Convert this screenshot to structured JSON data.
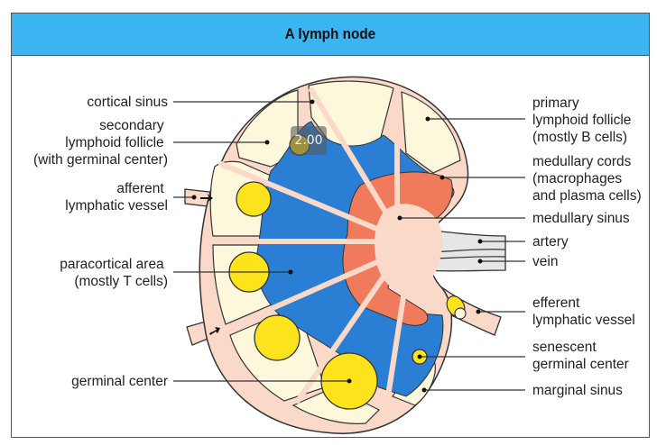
{
  "title": "A lymph node",
  "overlay": {
    "playback_speed": "2.00"
  },
  "labels_left": [
    {
      "id": "cortical-sinus",
      "lines": [
        "cortical sinus"
      ]
    },
    {
      "id": "secondary-lymphoid-follicle",
      "lines": [
        "secondary",
        "lymphoid follicle",
        "(with germinal center)"
      ]
    },
    {
      "id": "afferent-lymphatic-vessel",
      "lines": [
        "afferent",
        "lymphatic vessel"
      ]
    },
    {
      "id": "paracortical-area",
      "lines": [
        "paracortical area",
        "(mostly T cells)"
      ]
    },
    {
      "id": "germinal-center",
      "lines": [
        "germinal center"
      ]
    }
  ],
  "labels_right": [
    {
      "id": "primary-lymphoid-follicle",
      "lines": [
        "primary",
        "lymphoid follicle",
        "(mostly B cells)"
      ]
    },
    {
      "id": "medullary-cords",
      "lines": [
        "medullary cords",
        "(macrophages",
        "and plasma cells)"
      ]
    },
    {
      "id": "medullary-sinus",
      "lines": [
        "medullary sinus"
      ]
    },
    {
      "id": "artery",
      "lines": [
        "artery"
      ]
    },
    {
      "id": "vein",
      "lines": [
        "vein"
      ]
    },
    {
      "id": "efferent-lymphatic-vessel",
      "lines": [
        "efferent",
        "lymphatic vessel"
      ]
    },
    {
      "id": "senescent-germinal-center",
      "lines": [
        "senescent",
        "germinal center"
      ]
    },
    {
      "id": "marginal-sinus",
      "lines": [
        "marginal sinus"
      ]
    }
  ],
  "colors": {
    "title_bar": "#3bb4f2",
    "capsule": "#fbd9c8",
    "follicle": "#fdf8dc",
    "paracortex": "#2a7fd4",
    "medullary_cord": "#f07a5c",
    "germinal_center": "#fce31c",
    "vessel": "#e8e8e8"
  }
}
